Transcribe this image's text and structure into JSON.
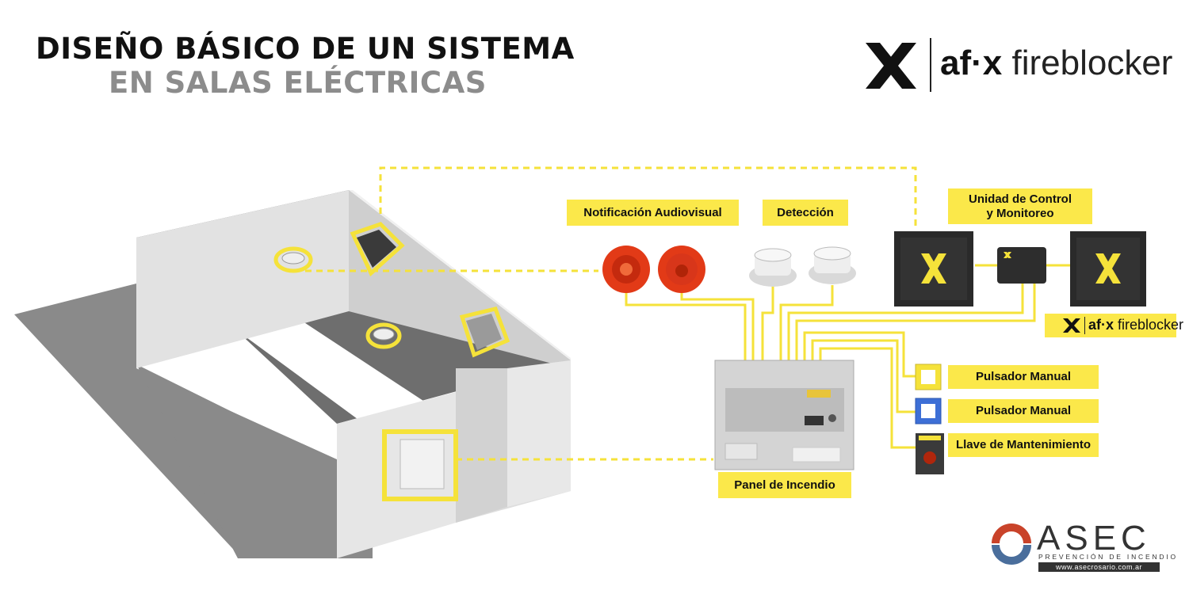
{
  "title": {
    "line1": "DISEÑO BÁSICO DE UN SISTEMA",
    "line2": "EN SALAS ELÉCTRICAS"
  },
  "brand": {
    "bold": "af·x",
    "light": " fireblocker",
    "icon": "x-logo-icon"
  },
  "labels": {
    "notification": "Notificación Audiovisual",
    "detection": "Detección",
    "control_line1": "Unidad de Control",
    "control_line2": "y Monitoreo",
    "panel": "Panel de Incendio",
    "manual1": "Pulsador Manual",
    "manual2": "Pulsador Manual",
    "maintenance": "Llave de Mantenimiento"
  },
  "footer": {
    "name": "ASEC",
    "tagline": "PREVENCIÓN DE INCENDIO",
    "url": "www.asecrosario.com.ar"
  },
  "colors": {
    "accent": "#fbe84a",
    "wire": "#f5e23a",
    "wall": "#dcdcdc",
    "floor": "#767676",
    "shadow": "#8a8a8a",
    "siren": "#e23a17",
    "dark": "#222222"
  }
}
